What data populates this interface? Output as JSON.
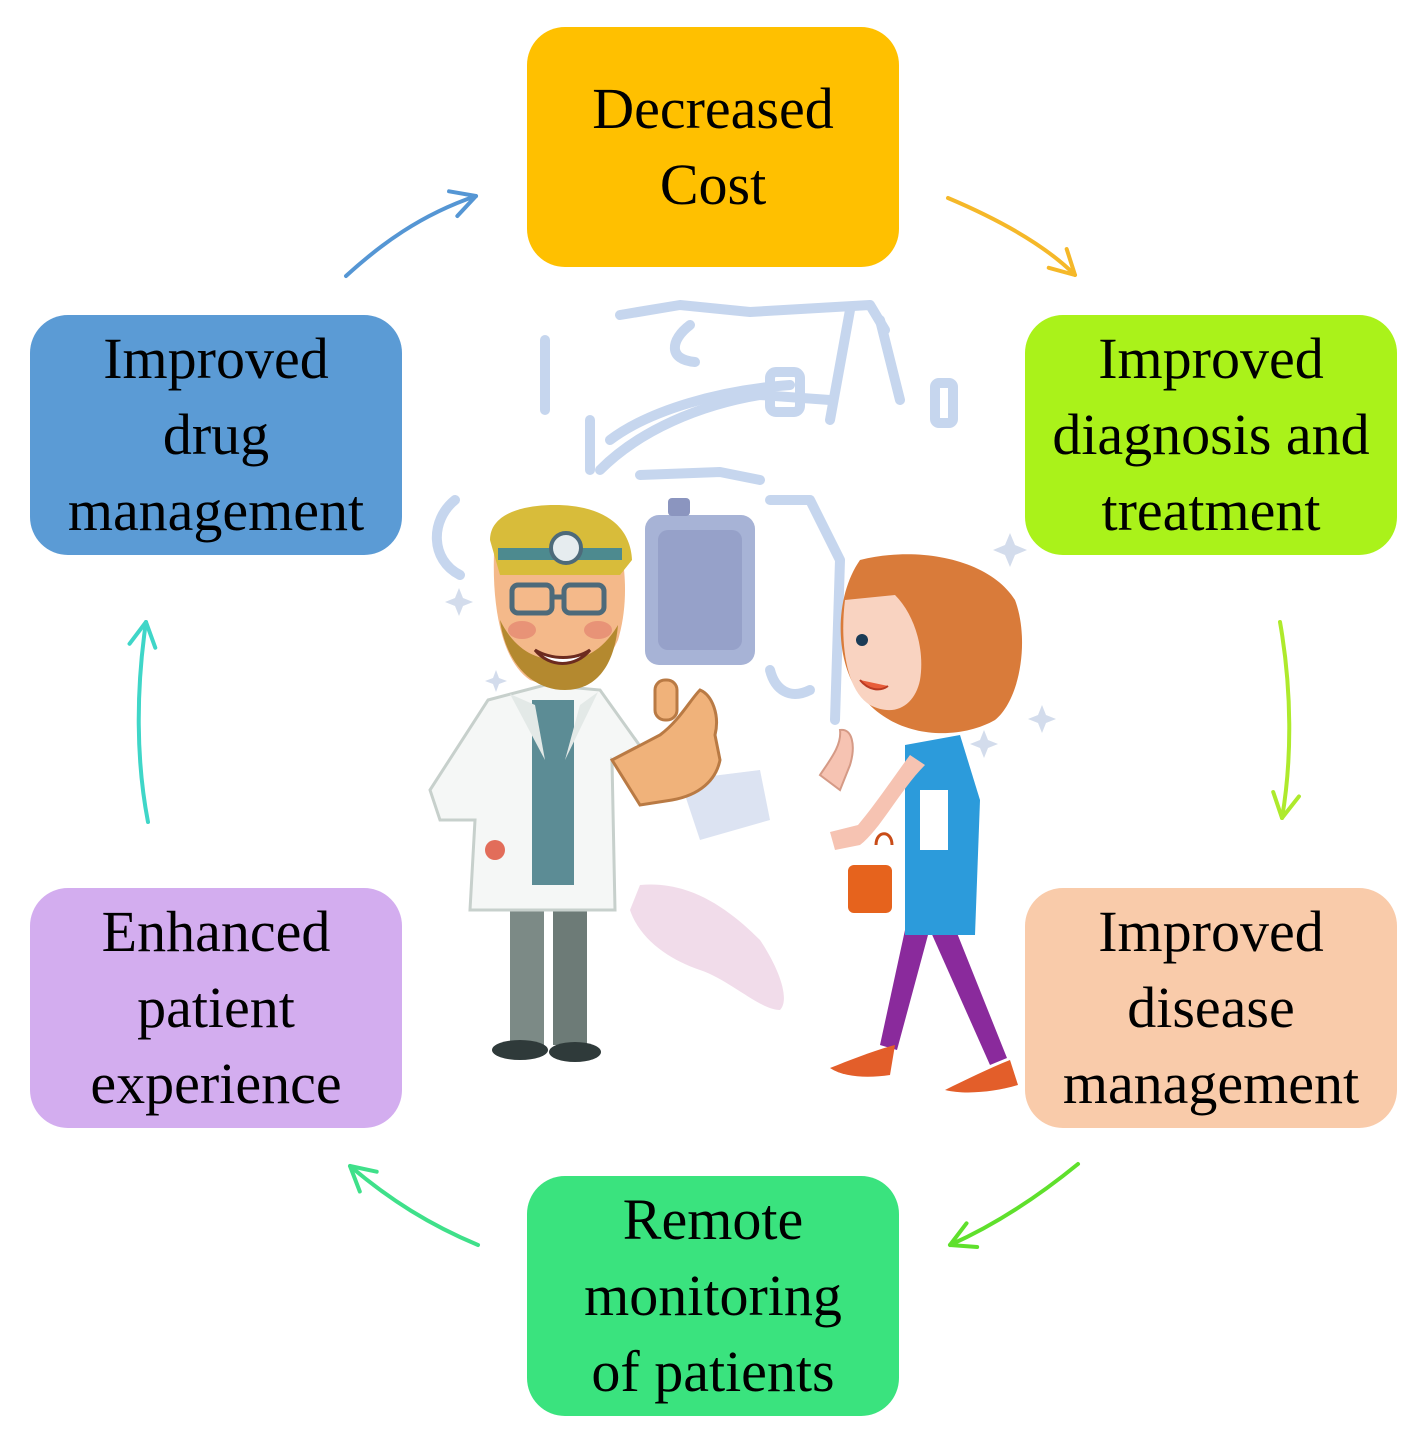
{
  "nodes": {
    "cost": {
      "lines": [
        "Decreased",
        "Cost"
      ],
      "color": "#FFC000"
    },
    "diag": {
      "lines": [
        "Improved",
        "diagnosis and",
        "treatment"
      ],
      "color": "#AAF21A"
    },
    "disease": {
      "lines": [
        "Improved",
        "disease",
        "management"
      ],
      "color": "#F9CBAA"
    },
    "remote": {
      "lines": [
        "Remote",
        "monitoring",
        "of patients"
      ],
      "color": "#3AE37E"
    },
    "patient": {
      "lines": [
        "Enhanced",
        "patient",
        "experience"
      ],
      "color": "#D3ADEF"
    },
    "drug": {
      "lines": [
        "Improved",
        "drug",
        "management"
      ],
      "color": "#5B9BD5"
    }
  },
  "arrows": {
    "cost_to_diag": {
      "color": "#F5B829"
    },
    "diag_to_disease": {
      "color": "#AEEA2C"
    },
    "disease_to_remote": {
      "color": "#5FE02C"
    },
    "remote_to_patient": {
      "color": "#3FE08A"
    },
    "patient_to_drug": {
      "color": "#3FD6C8"
    },
    "drug_to_cost": {
      "color": "#5596D4"
    }
  },
  "illustration": {
    "icons": [
      "dentist-chair-icon",
      "doctor-icon",
      "patient-woman-icon"
    ]
  }
}
